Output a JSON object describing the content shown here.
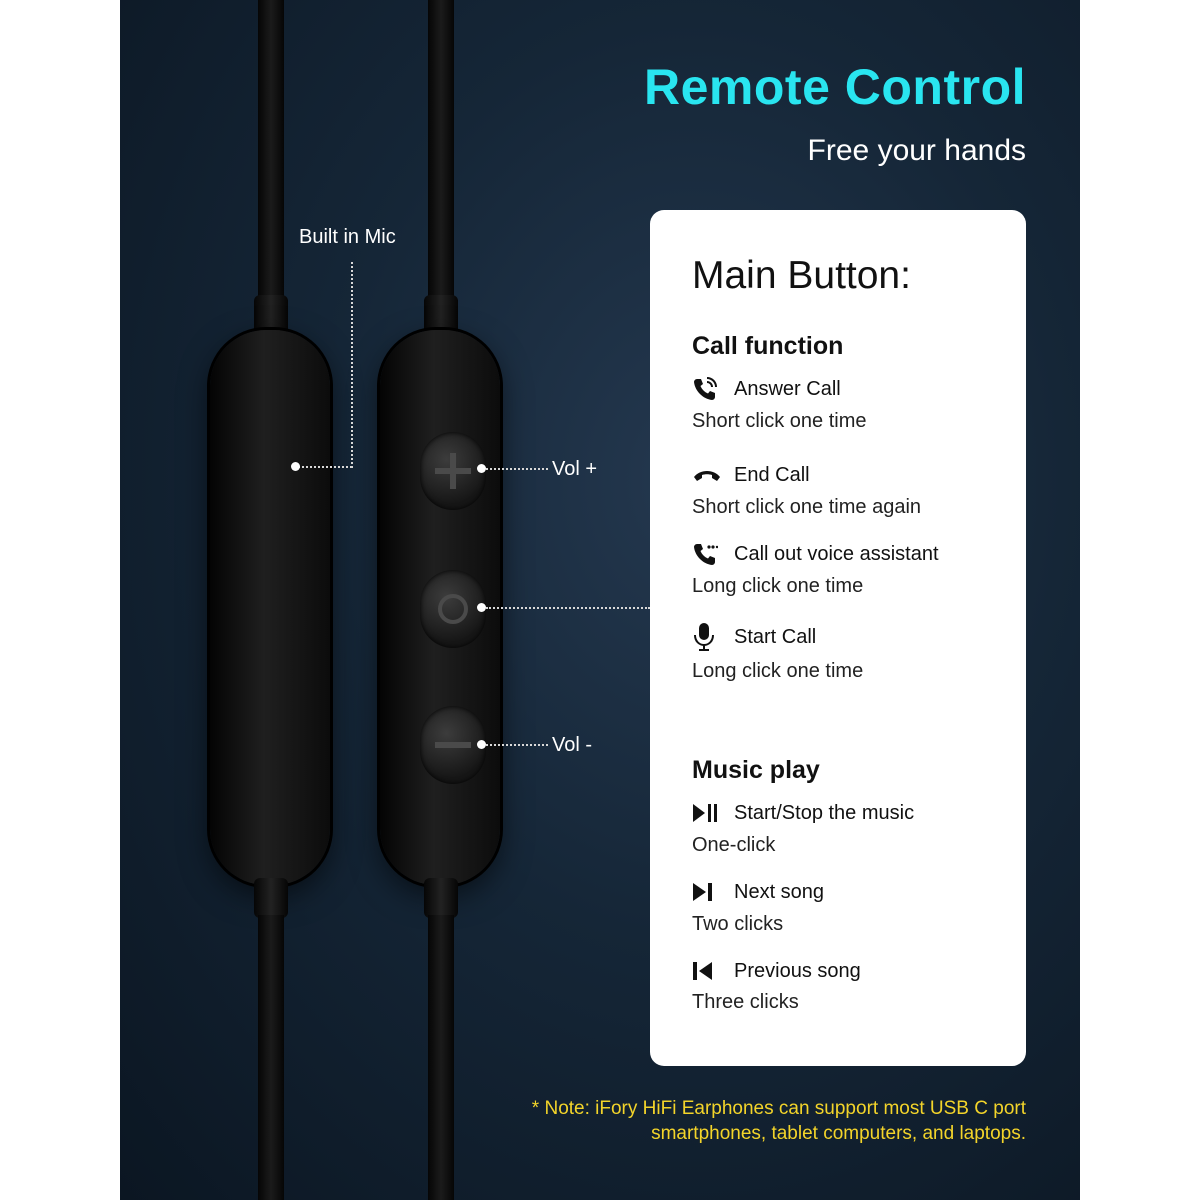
{
  "heading": "Remote Control",
  "subheading": "Free your hands",
  "callouts": {
    "mic": "Built in Mic",
    "vol_up": "Vol +",
    "vol_down": "Vol -"
  },
  "card": {
    "title": "Main Button:",
    "sections": [
      {
        "title": "Call function",
        "items": [
          {
            "icon": "phone-incoming-icon",
            "name": "Answer Call",
            "desc": "Short click one time"
          },
          {
            "icon": "phone-hangup-icon",
            "name": "End Call",
            "desc": "Short click one time again"
          },
          {
            "icon": "phone-voice-icon",
            "name": "Call out voice assistant",
            "desc": "Long click one time"
          },
          {
            "icon": "microphone-icon",
            "name": "Start Call",
            "desc": "Long click one time"
          }
        ]
      },
      {
        "title": "Music play",
        "items": [
          {
            "icon": "play-pause-icon",
            "name": "Start/Stop the music",
            "desc": "One-click"
          },
          {
            "icon": "next-track-icon",
            "name": "Next song",
            "desc": "Two clicks"
          },
          {
            "icon": "previous-track-icon",
            "name": "Previous song",
            "desc": "Three clicks"
          }
        ]
      }
    ]
  },
  "note_line1": "* Note: iFory HiFi Earphones can support most USB C port",
  "note_line2": "smartphones, tablet computers, and laptops."
}
